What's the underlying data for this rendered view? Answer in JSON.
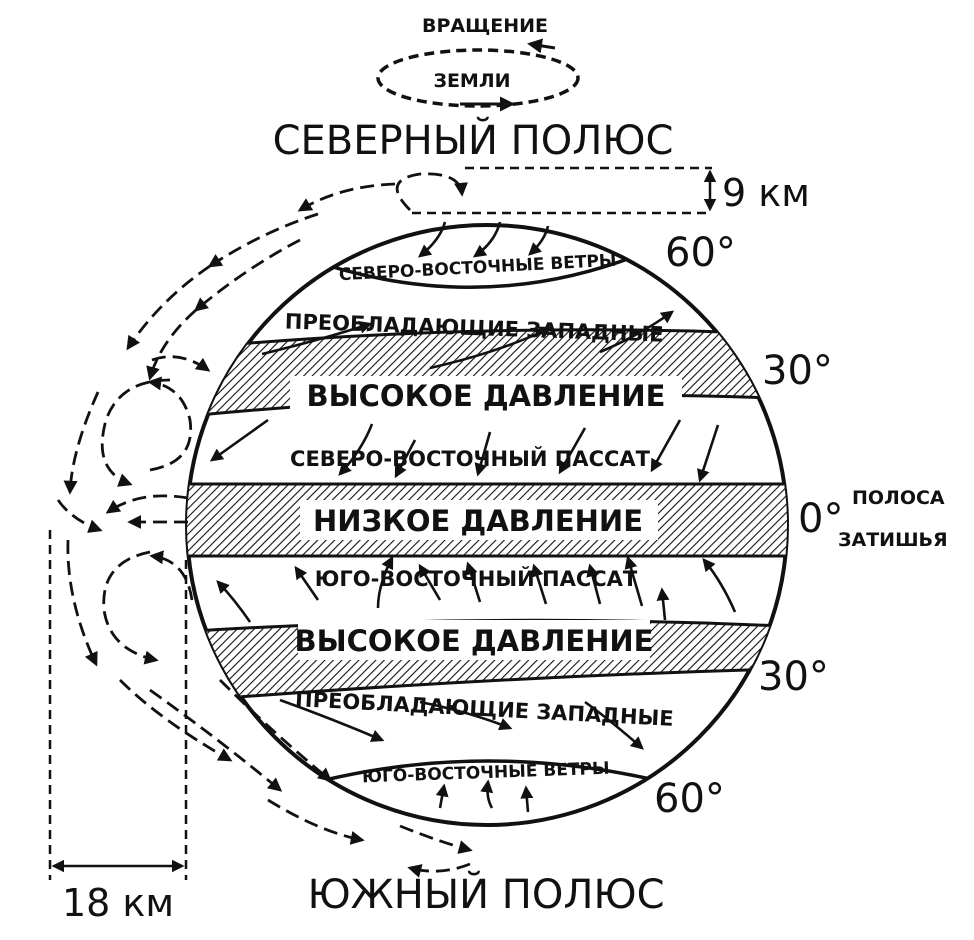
{
  "rotation": {
    "line1": "ВРАЩЕНИЕ",
    "line2": "ЗЕМЛИ"
  },
  "poles": {
    "north": "СЕВЕРНЫЙ ПОЛЮС",
    "south": "ЮЖНЫЙ ПОЛЮС"
  },
  "heights": {
    "north": "9 км",
    "equator": "18 км"
  },
  "calm_belt": {
    "line1": "ПОЛОСА",
    "line2": "ЗАТИШЬЯ"
  },
  "latitudes": {
    "n60": "60°",
    "n30": "30°",
    "eq": "0°",
    "s30": "30°",
    "s60": "60°"
  },
  "belts": {
    "north_polar_winds": "СЕВЕРО-ВОСТОЧНЫЕ ВЕТРЫ",
    "north_westerlies": "ПРЕОБЛАДАЮЩИЕ ЗАПАДНЫЕ",
    "north_high": "ВЫСОКОЕ ДАВЛЕНИЕ",
    "north_trade": "СЕВЕРО-ВОСТОЧНЫЙ ПАССАТ",
    "equator_low": "НИЗКОЕ ДАВЛЕНИЕ",
    "south_trade": "ЮГО-ВОСТОЧНЫЙ ПАССАТ",
    "south_high": "ВЫСОКОЕ ДАВЛЕНИЕ",
    "south_westerlies": "ПРЕОБЛАДАЮЩИЕ ЗАПАДНЫЕ",
    "south_polar_winds": "ЮГО-ВОСТОЧНЫЕ ВЕТРЫ"
  },
  "icons": {
    "rotation": "dashed-ellipse-arrow-icon",
    "wind": "wind-arrow-icon",
    "circulation": "dashed-circulation-arrow-icon"
  }
}
